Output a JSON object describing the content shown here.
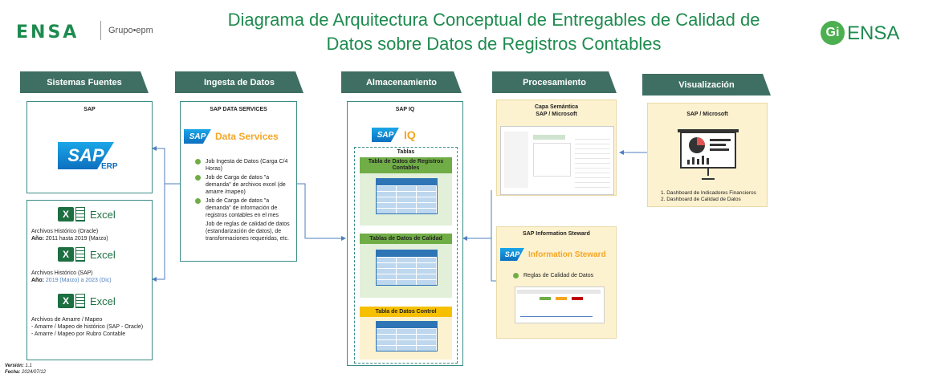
{
  "header": {
    "logo_left": "ENSA",
    "logo_group": "Grupo•epm",
    "title_line1": "Diagrama de Arquitectura Conceptual de Entregables de Calidad de",
    "title_line2": "Datos sobre Datos de  Registros Contables",
    "logo_right_badge": "Gi",
    "logo_right_text": "ENSA"
  },
  "columns": {
    "sources": "Sistemas Fuentes",
    "ingest": "Ingesta de Datos",
    "storage": "Almacenamiento",
    "processing": "Procesamiento",
    "visualization": "Visualización"
  },
  "sap_erp": {
    "title": "SAP",
    "logo": "SAP",
    "suffix": "ERP"
  },
  "excel_files": {
    "excel_label": "Excel",
    "f1_name": "Archivos Histórico (Oracle)",
    "f1_year_label": "Año:",
    "f1_year": "2011 hasta 2019 (Marzo)",
    "f2_name": "Archivos Histórico (SAP)",
    "f2_year_label": "Año:",
    "f2_year": "2019 (Marzo) a 2023 (Dic)",
    "f3_name": "Archivos de Amarre / Mapeo",
    "f3_line1": "- Amarre / Mapeo de histórico (SAP - Oracle)",
    "f3_line2": "- Amarre / Mapeo por Rubro Contable"
  },
  "ingest": {
    "title": "SAP DATA SERVICES",
    "logo": "SAP",
    "product": "Data Services",
    "job1": "Job  Ingesta de Datos (Carga C/4 Horas)",
    "job2": "Job de Carga de datos \"a demanda\" de archivos excel (de amarre /mapeo)",
    "job3": "Job de Carga de datos \"a demanda\" de información de registros contables en el mes",
    "job4": "Job de reglas de calidad de datos (estandarización de datos), de transformaciones requeridas, etc."
  },
  "storage": {
    "title": "SAP IQ",
    "logo": "SAP",
    "product": "IQ",
    "tables_label": "Tablas",
    "t1": "Tabla de Datos de Registros Contables",
    "t2": "Tablas de Datos de Calidad",
    "t3": "Tabla de Datos Control"
  },
  "processing": {
    "semantic_title1": "Capa Semántica",
    "semantic_title2": "SAP / Microsoft",
    "steward_title": "SAP Information Steward",
    "logo": "SAP",
    "product": "Information Steward",
    "rule": "Reglas de Calidad de Datos"
  },
  "visualization": {
    "title": "SAP / Microsoft",
    "item1": "1. Dashboard de Indicadores Financieros",
    "item2": "2. Dashboard de Calidad de Datos"
  },
  "footer": {
    "version_label": "Versión:",
    "version": "1.1",
    "date_label": "Fecha:",
    "date": "2024/07/12"
  },
  "colors": {
    "header_green": "#3f6f63",
    "box_border": "#3b8c86",
    "title_green": "#1e8b4f",
    "sap_blue": "#0d6fbf",
    "orange": "#f5a623",
    "excel_green": "#1d6f42",
    "cream": "#fdf2d0",
    "gold_header": "#f6c000"
  },
  "icons": [
    "sap-logo-icon",
    "excel-icon",
    "bullet-dot-icon",
    "dashboard-presentation-icon",
    "table-icon",
    "arrow-icon"
  ]
}
